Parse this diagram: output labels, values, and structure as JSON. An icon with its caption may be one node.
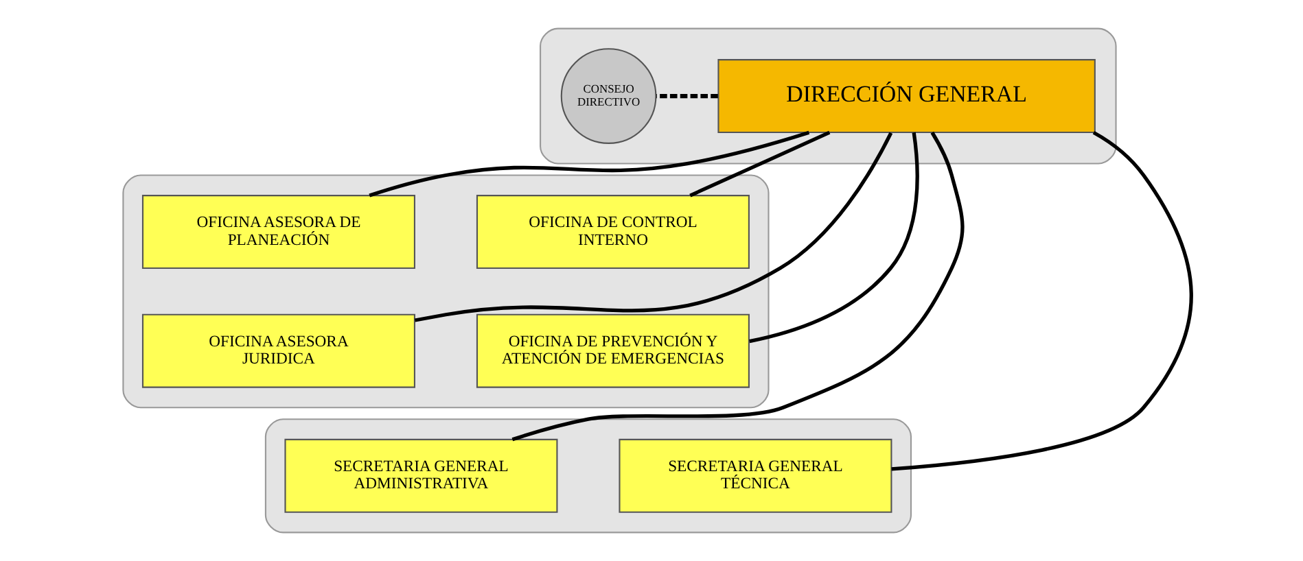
{
  "diagram": {
    "nodes": [
      {
        "text": [],
        "shape": "band"
      },
      {
        "text": [
          "DIRECCIÓN GENERAL"
        ],
        "in": 0
      },
      {
        "text": [
          "CONSEJO DIRECTIVO"
        ],
        "in": 0
      },
      {
        "text": [],
        "shape": "band"
      },
      {
        "text": [
          "OFICINA ASESORA DE PLANEACIÓN"
        ],
        "in": 3
      },
      {
        "text": [
          "OFICINA DE CONTROL INTERNO"
        ],
        "in": 3
      },
      {
        "text": [
          "OFICINA ASESORA JURIDICA"
        ],
        "in": 3
      },
      {
        "text": [
          "OFICINA DE PREVENCIÓN Y ATENCIÓN DE EMERGENCIAS"
        ],
        "in": 3
      },
      {
        "text": [],
        "shape": "band"
      },
      {
        "text": [
          "SECRETARIA GENERAL ADMINISTRATIVA"
        ],
        "in": 8
      },
      {
        "text": [
          "SECRETARIA GENERAL TÉCNICA"
        ],
        "in": 8
      }
    ],
    "edges": [
      {
        "from": 1,
        "to": 2,
        "arrow": "none",
        "style": "dashed"
      },
      {
        "from": 1,
        "to": 4,
        "arrow": "none"
      },
      {
        "from": 1,
        "to": 5,
        "arrow": "none"
      },
      {
        "from": 1,
        "to": 6,
        "arrow": "none"
      },
      {
        "from": 1,
        "to": 7,
        "arrow": "none"
      },
      {
        "from": 1,
        "to": 9,
        "arrow": "none"
      },
      {
        "from": 1,
        "to": 10,
        "arrow": "none"
      }
    ]
  }
}
